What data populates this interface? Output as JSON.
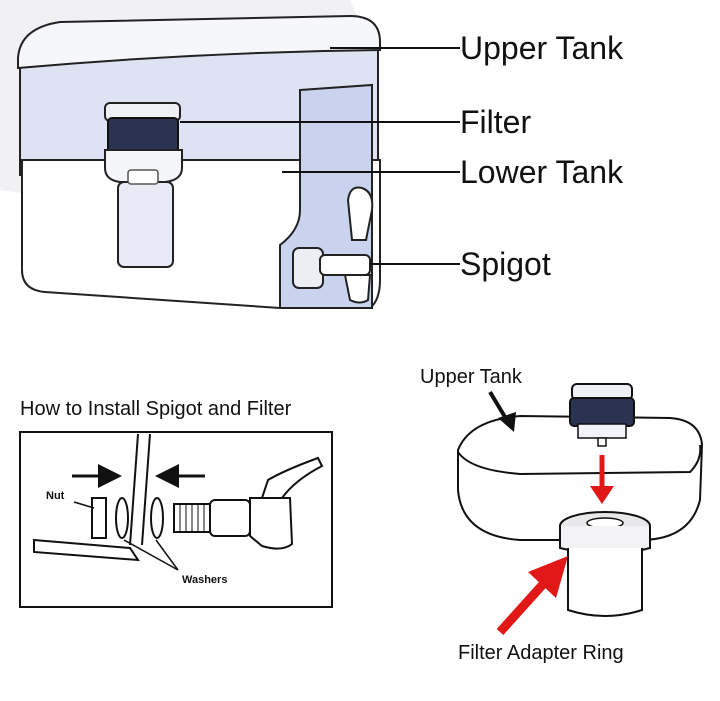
{
  "diagram": {
    "main_labels": {
      "upper_tank": "Upper Tank",
      "filter": "Filter",
      "lower_tank": "Lower Tank",
      "spigot": "Spigot"
    },
    "install_panel": {
      "title": "How to Install Spigot and Filter",
      "nut": "Nut",
      "washers": "Washers"
    },
    "adapter_panel": {
      "upper_tank": "Upper Tank",
      "filter_adapter_ring": "Filter Adapter Ring"
    },
    "colors": {
      "tank_tint": "#dde3f3",
      "filter_cartridge": "#2a3352",
      "arrow_red": "#e01818",
      "outline": "#222222"
    }
  }
}
